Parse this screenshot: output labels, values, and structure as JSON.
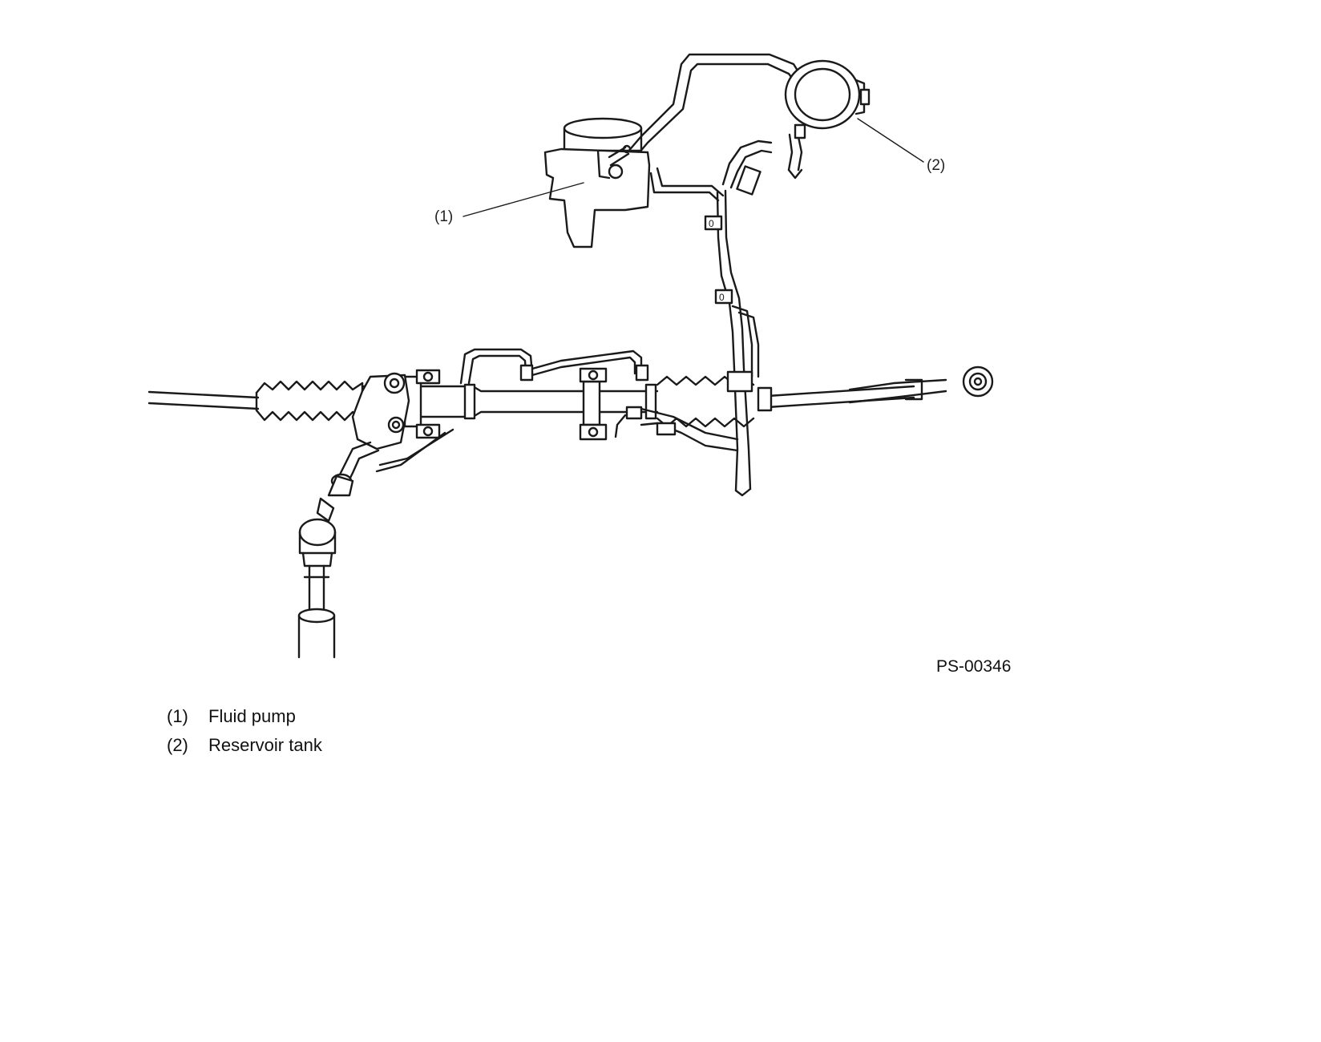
{
  "figure": {
    "code": "PS-00346",
    "callouts": [
      {
        "id": "1",
        "label": "(1)"
      },
      {
        "id": "2",
        "label": "(2)"
      }
    ]
  },
  "legend": [
    {
      "num": "(1)",
      "text": "Fluid pump"
    },
    {
      "num": "(2)",
      "text": "Reservoir tank"
    }
  ],
  "colors": {
    "line": "#1a1a1a",
    "background": "#ffffff"
  }
}
